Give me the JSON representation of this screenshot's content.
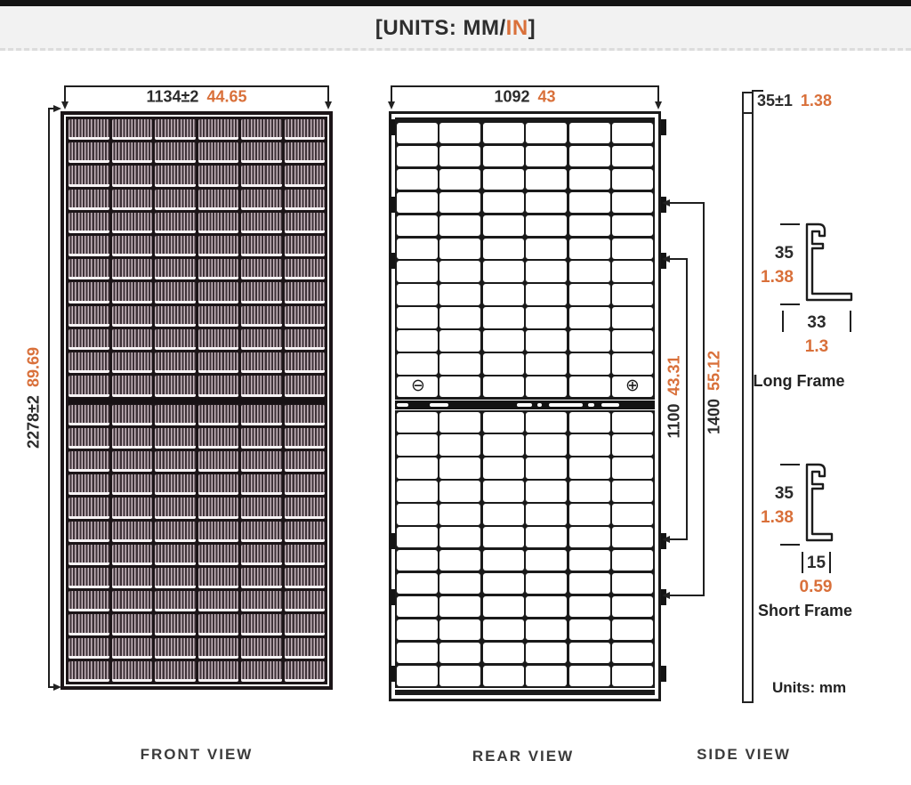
{
  "header": {
    "title_open": "[UNITS: MM/",
    "title_accent": "IN",
    "title_close": "]"
  },
  "colors": {
    "accent": "#D9703A",
    "ink": "#1A1A1A"
  },
  "front_view": {
    "caption": "FRONT VIEW",
    "width_mm": "1134±2",
    "width_in": "44.65",
    "height_mm": "2278±2",
    "height_in": "89.69",
    "columns": 6,
    "rows": 24
  },
  "rear_view": {
    "caption": "REAR VIEW",
    "width_mm": "1092",
    "width_in": "43",
    "inner_span_mm": "1100",
    "inner_span_in": "43.31",
    "outer_span_mm": "1400",
    "outer_span_in": "55.12",
    "negative_terminal": "⊖",
    "positive_terminal": "⊕",
    "columns": 6,
    "rows": 24
  },
  "side_view": {
    "caption": "SIDE VIEW",
    "thickness_mm": "35±1",
    "thickness_in": "1.38",
    "long_frame": {
      "name": "Long Frame",
      "height_mm": "35",
      "height_in": "1.38",
      "base_mm": "33",
      "base_in": "1.3"
    },
    "short_frame": {
      "name": "Short Frame",
      "height_mm": "35",
      "height_in": "1.38",
      "base_mm": "15",
      "base_in": "0.59"
    },
    "units_note": "Units: mm"
  }
}
